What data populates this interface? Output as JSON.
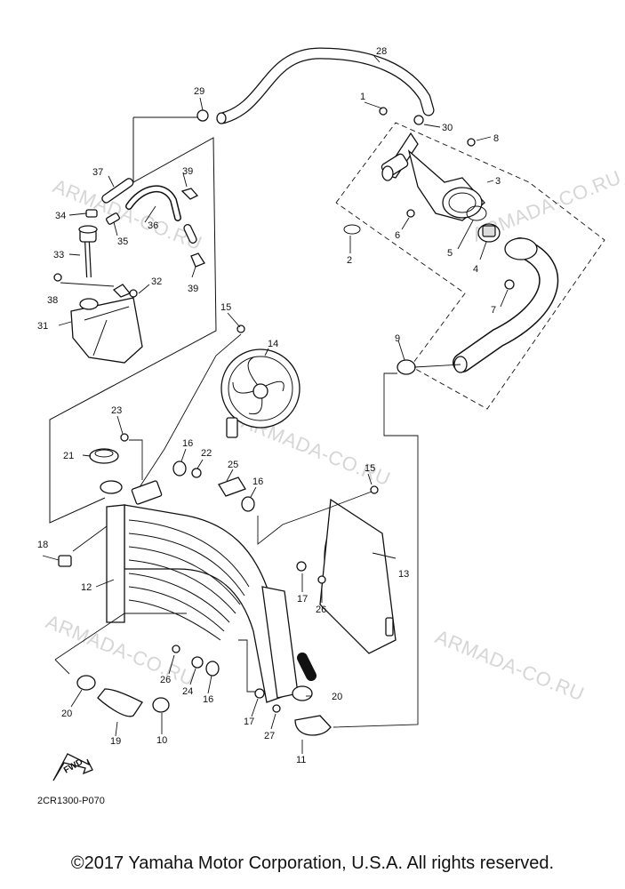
{
  "diagram": {
    "copyright": "©2017 Yamaha Motor Corporation, U.S.A. All rights reserved.",
    "drawing_code": "2CR1300-P070",
    "fwd_label": "FWD",
    "watermark": "ARMADA-CO.RU",
    "callouts": {
      "c1": "1",
      "c2": "2",
      "c3": "3",
      "c4": "4",
      "c5": "5",
      "c6": "6",
      "c7": "7",
      "c8": "8",
      "c9": "9",
      "c10": "10",
      "c11": "11",
      "c12": "12",
      "c13": "13",
      "c14": "14",
      "c15a": "15",
      "c15b": "15",
      "c16a": "16",
      "c16b": "16",
      "c16c": "16",
      "c17a": "17",
      "c17b": "17",
      "c18": "18",
      "c19": "19",
      "c20a": "20",
      "c20b": "20",
      "c21": "21",
      "c22": "22",
      "c23": "23",
      "c24": "24",
      "c25": "25",
      "c26a": "26",
      "c26b": "26",
      "c27": "27",
      "c28": "28",
      "c29": "29",
      "c30": "30",
      "c31": "31",
      "c32": "32",
      "c33": "33",
      "c34": "34",
      "c35": "35",
      "c36": "36",
      "c37": "37",
      "c38": "38",
      "c39a": "39",
      "c39b": "39"
    }
  }
}
